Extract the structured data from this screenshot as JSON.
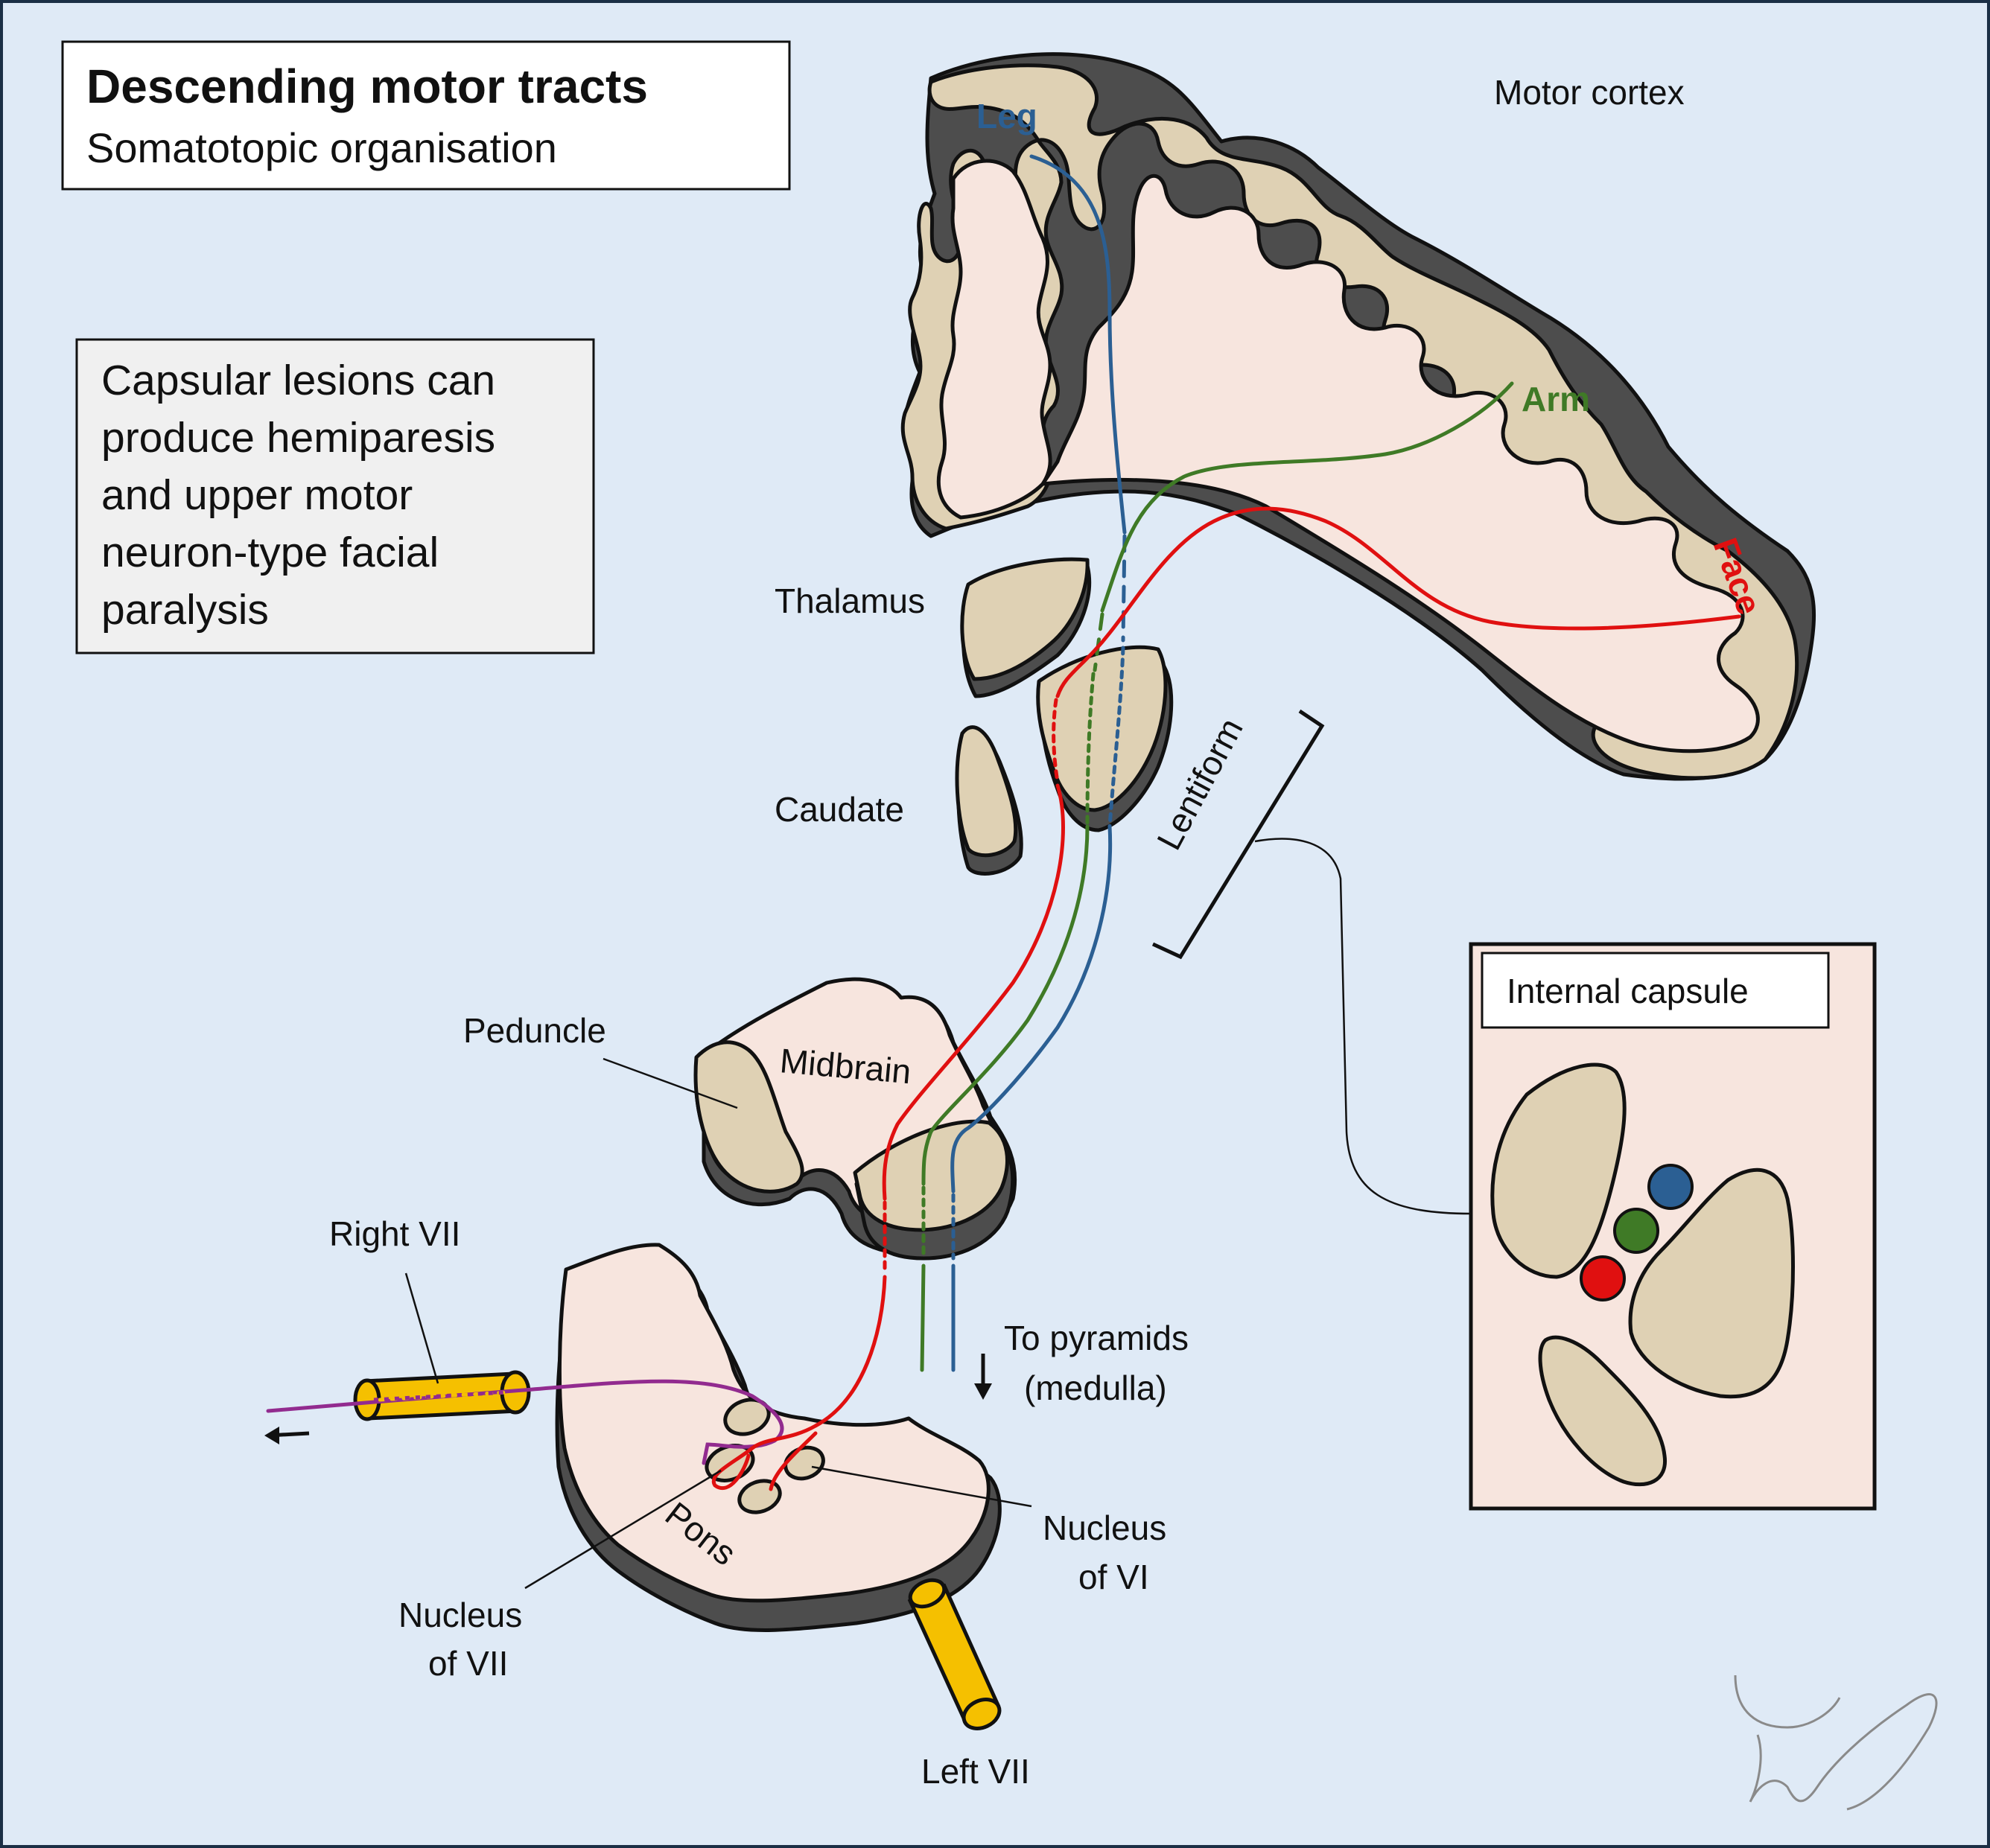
{
  "title": {
    "heading": "Descending motor tracts",
    "subheading": "Somatotopic organisation"
  },
  "note": {
    "lines": [
      "Capsular lesions can",
      "produce hemiparesis",
      "and upper motor",
      "neuron-type facial",
      "paralysis"
    ]
  },
  "labels": {
    "motor_cortex": "Motor cortex",
    "leg": "Leg",
    "arm": "Arm",
    "face": "Face",
    "thalamus": "Thalamus",
    "caudate": "Caudate",
    "lentiform": "Lentiform",
    "peduncle": "Peduncle",
    "midbrain": "Midbrain",
    "pons": "Pons",
    "right_vii": "Right VII",
    "left_vii": "Left VII",
    "nucleus_vii_line1": "Nucleus",
    "nucleus_vii_line2": "of VII",
    "nucleus_vi_line1": "Nucleus",
    "nucleus_vi_line2": "of VI",
    "pyramids_line1": "To pyramids",
    "pyramids_line2": "(medulla)"
  },
  "inset": {
    "title": "Internal capsule"
  },
  "colors": {
    "leg": "#2b5f93",
    "arm": "#3f7a26",
    "face": "#e01010",
    "facial_nerve": "#922b8f",
    "nerve_fill": "#f5c000",
    "grey_matter": "#dfd1b4",
    "white_matter": "#f7e5de",
    "background": "#dfeaf6"
  }
}
